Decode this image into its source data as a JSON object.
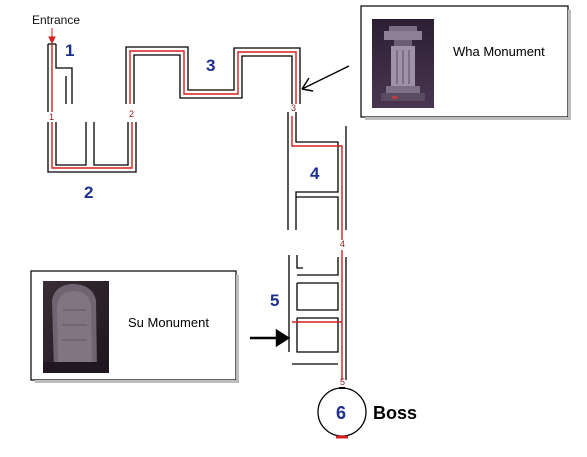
{
  "entrance_label": "Entrance",
  "sections": [
    {
      "id": "1",
      "label": "1"
    },
    {
      "id": "2",
      "label": "2"
    },
    {
      "id": "3",
      "label": "3"
    },
    {
      "id": "4",
      "label": "4"
    },
    {
      "id": "5",
      "label": "5"
    },
    {
      "id": "6",
      "label": "6"
    }
  ],
  "waypoints": [
    "1",
    "2",
    "3",
    "4",
    "5"
  ],
  "boss_label": "Boss",
  "callouts": {
    "wha": {
      "label": "Wha Monument",
      "icon": "stone-lantern-monument"
    },
    "su": {
      "label": "Su Monument",
      "icon": "stone-tablet-monument"
    }
  },
  "colors": {
    "wall": "#000000",
    "path": "#d42020",
    "section_number": "#1c2f8f",
    "waypoint": "#8b1a1a"
  }
}
